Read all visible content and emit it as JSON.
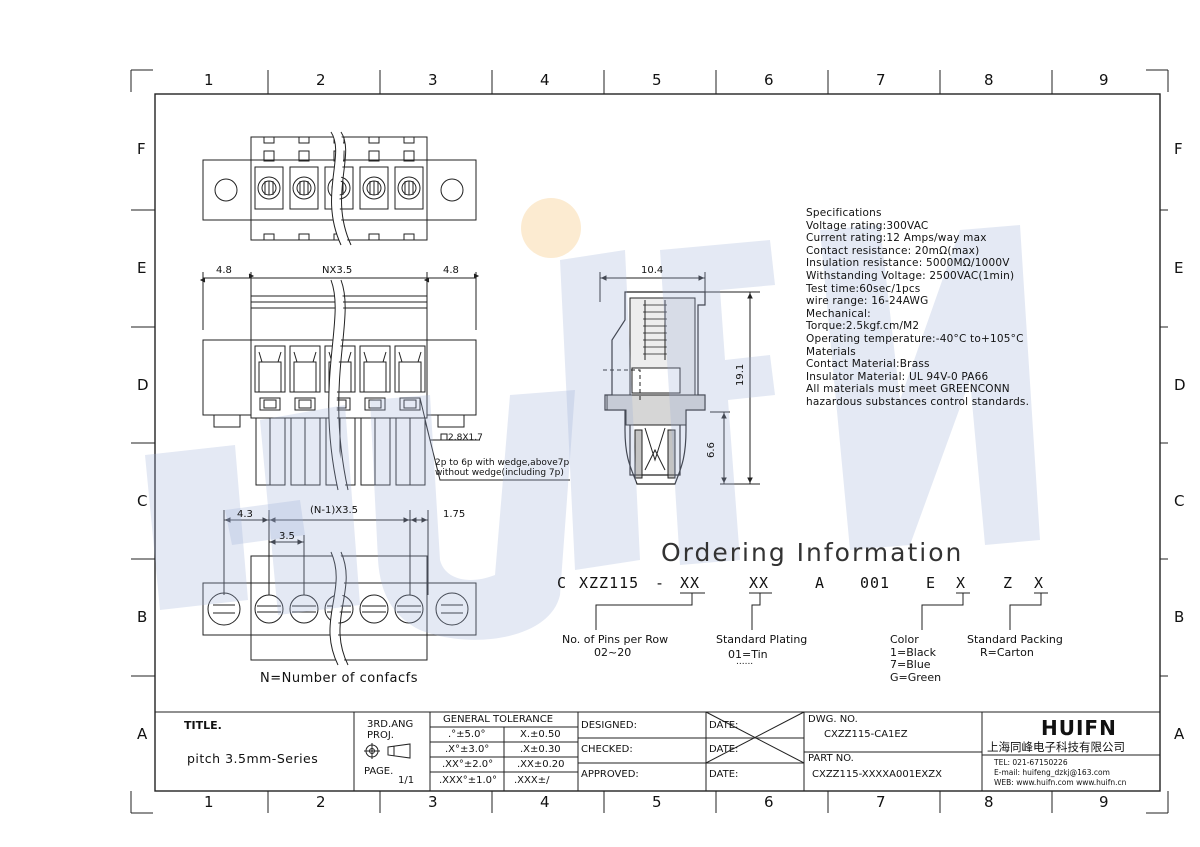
{
  "watermark": {
    "text": "HUIFN",
    "color": "#9fb0d8"
  },
  "frame": {
    "columns": [
      "1",
      "2",
      "3",
      "4",
      "5",
      "6",
      "7",
      "8",
      "9"
    ],
    "rows": [
      "F",
      "E",
      "D",
      "C",
      "B",
      "A"
    ]
  },
  "views": {
    "side_dims": {
      "left": "4.8",
      "middle": "NX3.5",
      "right": "4.8"
    },
    "section_dims": {
      "width": "10.4",
      "height": "19.1",
      "lower": "6.6"
    },
    "square_note": "2.8X1.7",
    "wedge_note": [
      "2p to 6p with wedge,above7p",
      "without wedge(including 7p)"
    ],
    "bottom_dims": {
      "left": "4.3",
      "pitch": "3.5",
      "span": "(N-1)X3.5",
      "right": "1.75"
    },
    "n_note": "N=Number of confacfs"
  },
  "specifications": [
    "Specifications",
    "Voltage rating:300VAC",
    "Current rating:12 Amps/way max",
    "Contact resistance: 20mΩ(max)",
    "Insulation resistance: 5000MΩ/1000V",
    "Withstanding Voltage: 2500VAC(1min)",
    "Test time:60sec/1pcs",
    "wire range: 16-24AWG",
    "Mechanical:",
    "Torque:2.5kgf.cm/M2",
    "Operating temperature:-40°C to+105°C",
    "Materials",
    "Contact Material:Brass",
    "Insulator Material: UL 94V-0 PA66",
    "All materials must meet GREENCONN",
    "hazardous substances control standards."
  ],
  "ordering": {
    "title": "Ordering Information",
    "parts": [
      "C",
      "XZZ115",
      "-",
      "XX",
      "XX",
      "A",
      "001",
      "E",
      "X",
      "Z",
      "X"
    ],
    "pins": {
      "label": "No. of Pins per Row",
      "value": "02~20"
    },
    "plating": {
      "label": "Standard Plating",
      "value": "01=Tin",
      "more": "......"
    },
    "color": {
      "label": "Color",
      "values": [
        "1=Black",
        "7=Blue",
        "G=Green"
      ]
    },
    "packing": {
      "label": "Standard Packing",
      "value": "R=Carton"
    }
  },
  "title_block": {
    "title_label": "TITLE.",
    "title_value": "pitch 3.5mm-Series",
    "proj_label": "3RD.ANG PROJ.",
    "page_label": "PAGE.",
    "page_value": "1/1",
    "tolerance_header": "GENERAL TOLERANCE",
    "tolerances": [
      [
        ".°±5.0°",
        "X.±0.50"
      ],
      [
        ".X°±3.0°",
        ".X±0.30"
      ],
      [
        ".XX°±2.0°",
        ".XX±0.20"
      ],
      [
        ".XXX°±1.0°",
        ".XXX±/"
      ]
    ],
    "designed": "DESIGNED:",
    "checked": "CHECKED:",
    "approved": "APPROVED:",
    "date": "DATE:",
    "dwg_label": "DWG. NO.",
    "dwg_value": "CXZZ115-CA1EZ",
    "part_label": "PART NO.",
    "part_value": "CXZZ115-XXXXA001EXZX",
    "brand": "HUIFN",
    "company": "上海同峰电子科技有限公司",
    "tel": "TEL: 021-67150226",
    "email": "E-mail: huifeng_dzkj@163.com",
    "web": "WEB: www.huifn.com  www.huifn.cn"
  }
}
